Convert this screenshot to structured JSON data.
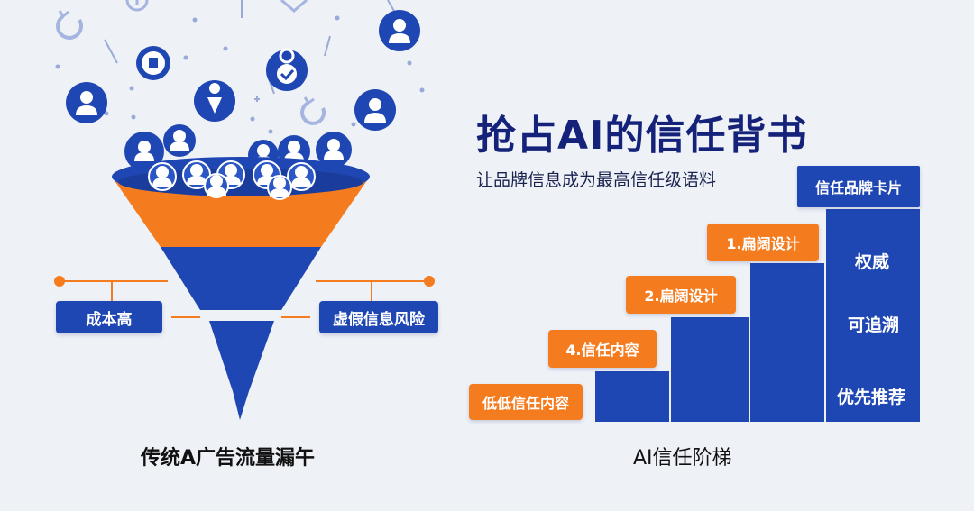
{
  "colors": {
    "brand_blue": "#1f47b3",
    "accent_orange": "#f47c1f",
    "background": "#eef1f6",
    "title_navy": "#14227a"
  },
  "funnel": {
    "caption": "传统A广告流量漏午",
    "left_badge": "成本高",
    "right_badge": "虚假信息风险",
    "icons": [
      "person-icon",
      "refresh-icon",
      "check-icon",
      "pin-icon"
    ]
  },
  "headline": {
    "title": "抢占AI的信任背书",
    "subtitle": "让品牌信息成为最高信任级语料"
  },
  "ladder": {
    "caption": "AI信任阶梯",
    "card_title": "信任品牌卡片",
    "card_items": [
      "权威",
      "可追溯",
      "优先推荐"
    ],
    "steps": [
      {
        "label": "低低信任内容",
        "level": 1
      },
      {
        "label": "4.信任内容",
        "level": 2
      },
      {
        "label": "2.扁阔设计",
        "level": 3
      },
      {
        "label": "1.扁阔设计",
        "level": 4
      }
    ]
  }
}
